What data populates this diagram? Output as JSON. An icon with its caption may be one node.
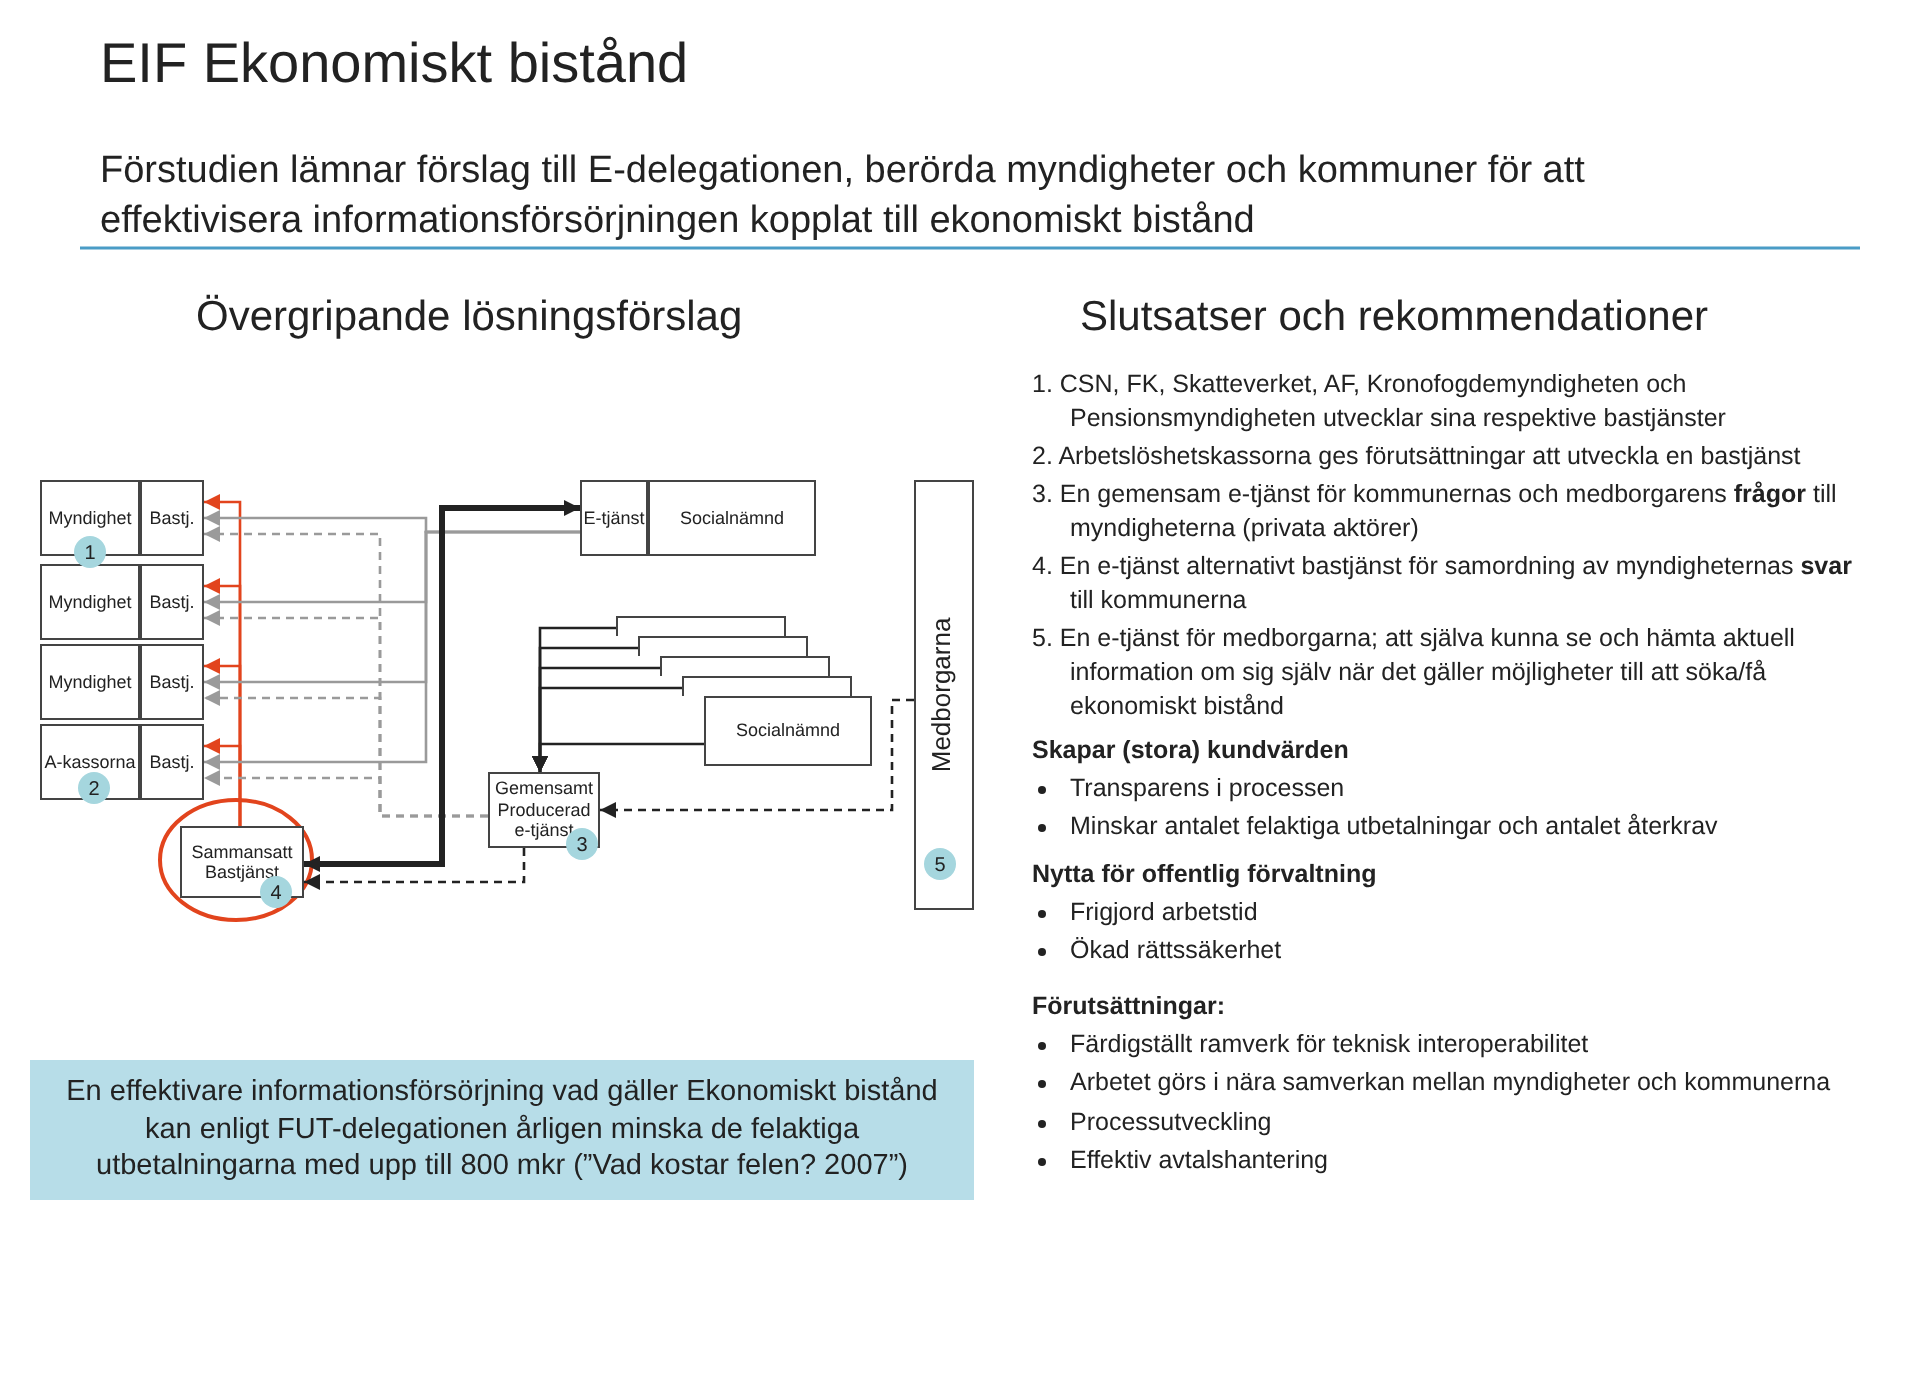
{
  "diagram": {
    "title": "EIF Ekonomiskt bistånd",
    "nodes": [
      {
        "text": [
          "Myndighet"
        ]
      },
      {
        "text": [
          "Bastj."
        ]
      },
      {
        "text": [
          "Myndighet"
        ]
      },
      {
        "text": [
          "Bastj."
        ]
      },
      {
        "text": [
          "Myndighet"
        ]
      },
      {
        "text": [
          "Bastj."
        ]
      },
      {
        "text": [
          "A-kassorna"
        ]
      },
      {
        "text": [
          "Bastj."
        ]
      },
      {
        "text": [
          "Sammansatt Bastjänst"
        ]
      },
      {
        "text": [
          "E-tjänst"
        ]
      },
      {
        "text": [
          "Socialnämnd"
        ]
      },
      {
        "text": [],
        "shape": "box"
      },
      {
        "text": [],
        "shape": "box"
      },
      {
        "text": [],
        "shape": "box"
      },
      {
        "text": [],
        "shape": "box"
      },
      {
        "text": [
          "Socialnämnd"
        ]
      },
      {
        "text": [
          "Gemensamt Producerad e-tjänst"
        ]
      },
      {
        "text": [
          "Medborgarna"
        ]
      },
      {
        "text": [
          "En effektivare informationsförsörjning vad gäller Ekonomiskt bistånd kan enligt FUT-delegationen årligen minska de felaktiga utbetalningarna med upp till 800 mkr (”Vad kostar felen? 2007”)"
        ]
      }
    ],
    "edges": [
      {
        "from": 8,
        "to": 1,
        "arrow": "to",
        "color": "#e2441d"
      },
      {
        "from": 8,
        "to": 3,
        "arrow": "to",
        "color": "#e2441d"
      },
      {
        "from": 8,
        "to": 5,
        "arrow": "to",
        "color": "#e2441d"
      },
      {
        "from": 8,
        "to": 7,
        "arrow": "to",
        "color": "#e2441d"
      },
      {
        "from": 9,
        "to": 1,
        "arrow": "to",
        "color": "#9a9a9a"
      },
      {
        "from": 9,
        "to": 3,
        "arrow": "to",
        "color": "#9a9a9a"
      },
      {
        "from": 9,
        "to": 5,
        "arrow": "to",
        "color": "#9a9a9a"
      },
      {
        "from": 9,
        "to": 7,
        "arrow": "to",
        "color": "#9a9a9a"
      },
      {
        "from": 16,
        "to": 1,
        "arrow": "to",
        "style": "dashed",
        "color": "#9a9a9a"
      },
      {
        "from": 16,
        "to": 3,
        "arrow": "to",
        "style": "dashed",
        "color": "#9a9a9a"
      },
      {
        "from": 16,
        "to": 5,
        "arrow": "to",
        "style": "dashed",
        "color": "#9a9a9a"
      },
      {
        "from": 16,
        "to": 7,
        "arrow": "to",
        "style": "dashed",
        "color": "#9a9a9a"
      },
      {
        "from": 9,
        "to": 8,
        "arrow": "both",
        "style": "thick",
        "color": "#222222"
      },
      {
        "from": 16,
        "to": 8,
        "arrow": "to",
        "style": "dashed",
        "color": "#222222"
      },
      {
        "from": 11,
        "to": 16,
        "arrow": "to",
        "color": "#222222"
      },
      {
        "from": 12,
        "to": 16,
        "arrow": "to",
        "color": "#222222"
      },
      {
        "from": 13,
        "to": 16,
        "arrow": "to",
        "color": "#222222"
      },
      {
        "from": 14,
        "to": 16,
        "arrow": "to",
        "color": "#222222"
      },
      {
        "from": 15,
        "to": 16,
        "arrow": "to",
        "color": "#222222"
      },
      {
        "from": 17,
        "to": 16,
        "arrow": "to",
        "style": "dashed",
        "color": "#222222"
      }
    ],
    "labels": [
      "Förstudien lämnar förslag till E-delegationen, berörda myndigheter och kommuner för att effektivisera informationsförsörjningen kopplat till ekonomiskt bistånd",
      "Övergripande lösningsförslag",
      "Slutsatser och rekommendationer",
      "1",
      "2",
      "3",
      "4",
      "5",
      "1. CSN, FK, Skatteverket, AF, Kronofogdemyndigheten och Pensionsmyndigheten utvecklar sina respektive bastjänster",
      "2. Arbetslöshetskassorna ges förutsättningar att utveckla en bastjänst",
      "3. En gemensam e-tjänst för kommunernas och medborgarens **frågor** till myndigheterna (privata aktörer)",
      "4. En e-tjänst alternativt bastjänst för samordning av myndigheternas **svar** till kommunerna",
      "5. En e-tjänst för medborgarna; att själva kunna se och hämta aktuell information om sig själv när det gäller möjligheter till att söka/få ekonomiskt bistånd",
      "Skapar (stora) kundvärden",
      "Transparens i processen",
      "Minskar antalet felaktiga utbetalningar och antalet återkrav",
      "Nytta för offentlig förvaltning",
      "Frigjord arbetstid",
      "Ökad rättssäkerhet",
      "Förutsättningar:",
      "Färdigställt ramverk för teknisk interoperabilitet",
      "Arbetet görs i nära samverkan mellan myndigheter och kommunerna",
      "Processutveckling",
      "Effektiv avtalshantering"
    ]
  }
}
